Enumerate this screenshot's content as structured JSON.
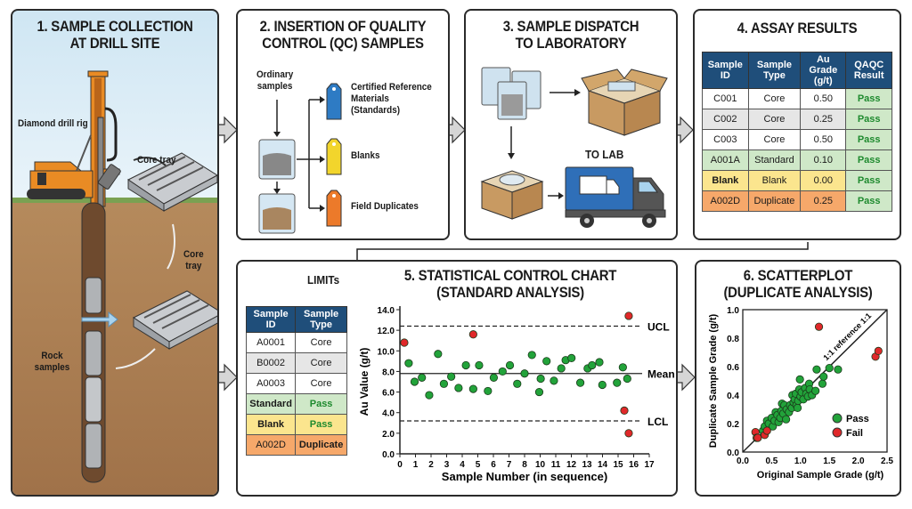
{
  "panels": {
    "p1": {
      "title_line1": "1. SAMPLE COLLECTION",
      "title_line2": "AT DRILL SITE",
      "labels": {
        "rig": "Diamond drill rig",
        "core_tray_1": "Core tray",
        "core_tray_2": "Core tray",
        "rock_samples": "Rock samples"
      }
    },
    "p2": {
      "title_line1": "2. INSERTION OF QUALITY",
      "title_line2": "CONTROL (QC) SAMPLES",
      "ordinary": "Ordinary samples",
      "tags": [
        {
          "label": "Certified Reference Materials (Standards)",
          "color": "#2e7bc4"
        },
        {
          "label": "Blanks",
          "color": "#f2d52c"
        },
        {
          "label": "Field Duplicates",
          "color": "#ec7a2a"
        }
      ]
    },
    "p3": {
      "title_line1": "3. SAMPLE DISPATCH",
      "title_line2": "TO LABORATORY",
      "to_lab": "TO LAB"
    },
    "p4": {
      "title": "4. ASSAY RESULTS",
      "headers": [
        "Sample ID",
        "Sample Type",
        "Au Grade (g/t)",
        "QAQC Result"
      ],
      "rows": [
        {
          "id": "C001",
          "type": "Core",
          "grade": "0.50",
          "result": "Pass",
          "style": "white"
        },
        {
          "id": "C002",
          "type": "Core",
          "grade": "0.25",
          "result": "Pass",
          "style": "gray"
        },
        {
          "id": "C003",
          "type": "Core",
          "grade": "0.50",
          "result": "Pass",
          "style": "white"
        },
        {
          "id": "A001A",
          "type": "Standard",
          "grade": "0.10",
          "result": "Pass",
          "style": "green"
        },
        {
          "id": "Blank",
          "type": "Blank",
          "grade": "0.00",
          "result": "Pass",
          "style": "yellow"
        },
        {
          "id": "A002D",
          "type": "Duplicate",
          "grade": "0.25",
          "result": "Pass",
          "style": "orange"
        }
      ]
    },
    "p5": {
      "limits_label": "LIMITs",
      "title_line1": "5. STATISTICAL CONTROL CHART",
      "title_line2": "(STANDARD ANALYSIS)",
      "headers": [
        "Sample ID",
        "Sample Type"
      ],
      "rows": [
        {
          "id": "A0001",
          "type": "Core",
          "style": "white"
        },
        {
          "id": "B0002",
          "type": "Core",
          "style": "gray"
        },
        {
          "id": "A0003",
          "type": "Core",
          "style": "white"
        },
        {
          "id": "Standard",
          "type": "Pass",
          "style": "green"
        },
        {
          "id": "Blank",
          "type": "Pass",
          "style": "yellow"
        },
        {
          "id": "A002D",
          "type": "Duplicate",
          "style": "orange"
        }
      ]
    },
    "p6": {
      "title_line1": "6. SCATTERPLOT",
      "title_line2": "(DUPLICATE ANALYSIS)"
    }
  },
  "colors": {
    "pass": "#22a33a",
    "fail": "#e0282a",
    "header": "#1f4e7a"
  },
  "chart_data": [
    {
      "type": "scatter",
      "title": "5. STATISTICAL CONTROL CHART (STANDARD ANALYSIS)",
      "xlabel": "Sample Number (in sequence)",
      "ylabel": "Au Value (g/t)",
      "xticks": [
        "0",
        "1",
        "2",
        "3",
        "4",
        "5",
        "6",
        "7",
        "8",
        "10",
        "11",
        "12",
        "13",
        "14",
        "15",
        "16",
        "17"
      ],
      "yticks": [
        "0.0",
        "2.0",
        "4.0",
        "6.0",
        "8.0",
        "10.0",
        "12.0",
        "14.0"
      ],
      "ylim": [
        0,
        14
      ],
      "xlim": [
        0,
        17
      ],
      "lines": [
        {
          "name": "UCL",
          "value": 12.4,
          "style": "dashed"
        },
        {
          "name": "Mean",
          "value": 7.8,
          "style": "solid"
        },
        {
          "name": "LCL",
          "value": 3.2,
          "style": "dashed"
        }
      ],
      "series": [
        {
          "name": "Pass",
          "color": "#22a33a",
          "points": [
            [
              0.6,
              8.8
            ],
            [
              1.0,
              7.0
            ],
            [
              1.5,
              7.4
            ],
            [
              2.0,
              5.7
            ],
            [
              2.6,
              9.7
            ],
            [
              3.0,
              6.8
            ],
            [
              3.5,
              7.5
            ],
            [
              4.0,
              6.4
            ],
            [
              4.5,
              8.6
            ],
            [
              5.0,
              6.3
            ],
            [
              5.4,
              8.6
            ],
            [
              6.0,
              6.1
            ],
            [
              6.4,
              7.4
            ],
            [
              7.0,
              8.0
            ],
            [
              7.5,
              8.6
            ],
            [
              8.0,
              6.8
            ],
            [
              8.5,
              7.8
            ],
            [
              9.0,
              9.6
            ],
            [
              9.5,
              6.0
            ],
            [
              9.6,
              7.3
            ],
            [
              10.0,
              9.0
            ],
            [
              10.5,
              7.1
            ],
            [
              11.0,
              8.3
            ],
            [
              11.3,
              9.1
            ],
            [
              11.7,
              9.3
            ],
            [
              12.3,
              6.9
            ],
            [
              12.8,
              8.3
            ],
            [
              13.1,
              8.6
            ],
            [
              13.6,
              8.9
            ],
            [
              13.8,
              6.7
            ],
            [
              14.8,
              6.9
            ],
            [
              15.2,
              8.4
            ],
            [
              15.5,
              7.3
            ]
          ]
        },
        {
          "name": "Fail",
          "color": "#e0282a",
          "points": [
            [
              0.3,
              10.8
            ],
            [
              5.0,
              11.6
            ],
            [
              15.6,
              13.4
            ],
            [
              15.3,
              4.2
            ],
            [
              15.6,
              2.0
            ]
          ]
        }
      ]
    },
    {
      "type": "scatter",
      "title": "6. SCATTERPLOT (DUPLICATE ANALYSIS)",
      "xlabel": "Original Sample Grade (g/t)",
      "ylabel": "Duplicate Sample Grade (g/t)",
      "xticks": [
        "0.0",
        "0.5",
        "1.0",
        "1.5",
        "2.0",
        "2.5"
      ],
      "yticks": [
        "0.0",
        "0.2",
        "0.4",
        "0.6",
        "0.8",
        "1.0"
      ],
      "xlim": [
        0,
        2.5
      ],
      "ylim": [
        0,
        1.0
      ],
      "reference_line": {
        "label": "1:1 reference 1:1",
        "from": [
          0,
          0
        ],
        "to": [
          2.5,
          1.0
        ]
      },
      "legend": {
        "position": "bottom-right",
        "entries": [
          "Pass",
          "Fail"
        ]
      },
      "series": [
        {
          "name": "Pass",
          "color": "#22a33a",
          "points": [
            [
              0.35,
              0.15
            ],
            [
              0.38,
              0.18
            ],
            [
              0.42,
              0.22
            ],
            [
              0.45,
              0.2
            ],
            [
              0.5,
              0.24
            ],
            [
              0.52,
              0.18
            ],
            [
              0.55,
              0.22
            ],
            [
              0.57,
              0.28
            ],
            [
              0.6,
              0.26
            ],
            [
              0.62,
              0.21
            ],
            [
              0.65,
              0.24
            ],
            [
              0.67,
              0.29
            ],
            [
              0.68,
              0.34
            ],
            [
              0.7,
              0.27
            ],
            [
              0.72,
              0.33
            ],
            [
              0.75,
              0.23
            ],
            [
              0.76,
              0.3
            ],
            [
              0.8,
              0.28
            ],
            [
              0.82,
              0.33
            ],
            [
              0.85,
              0.31
            ],
            [
              0.86,
              0.4
            ],
            [
              0.88,
              0.35
            ],
            [
              0.9,
              0.37
            ],
            [
              0.92,
              0.41
            ],
            [
              0.93,
              0.33
            ],
            [
              0.95,
              0.31
            ],
            [
              0.96,
              0.36
            ],
            [
              0.98,
              0.44
            ],
            [
              0.99,
              0.51
            ],
            [
              1.0,
              0.39
            ],
            [
              1.02,
              0.42
            ],
            [
              1.05,
              0.37
            ],
            [
              1.08,
              0.45
            ],
            [
              1.1,
              0.41
            ],
            [
              1.13,
              0.39
            ],
            [
              1.15,
              0.48
            ],
            [
              1.16,
              0.44
            ],
            [
              1.2,
              0.4
            ],
            [
              1.26,
              0.43
            ],
            [
              1.28,
              0.58
            ],
            [
              1.38,
              0.48
            ],
            [
              1.4,
              0.53
            ],
            [
              1.5,
              0.59
            ],
            [
              1.65,
              0.58
            ]
          ]
        },
        {
          "name": "Fail",
          "color": "#e0282a",
          "points": [
            [
              0.22,
              0.14
            ],
            [
              0.24,
              0.1
            ],
            [
              0.26,
              0.1
            ],
            [
              0.38,
              0.12
            ],
            [
              0.42,
              0.15
            ],
            [
              1.32,
              0.88
            ],
            [
              2.3,
              0.67
            ],
            [
              2.35,
              0.71
            ]
          ]
        }
      ]
    }
  ]
}
